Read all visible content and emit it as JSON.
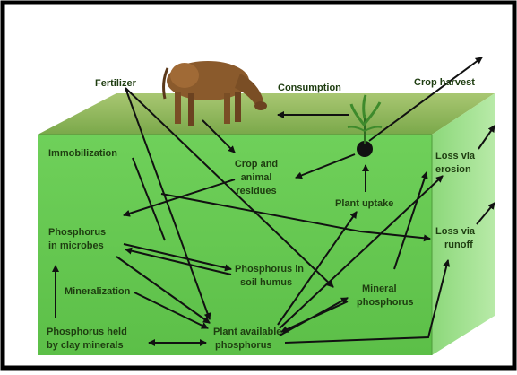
{
  "diagram": {
    "labels": {
      "fertilizer": "Fertilizer",
      "consumption": "Consumption",
      "crop_harvest": "Crop harvest",
      "immobilization": "Immobilization",
      "crop_residues_1": "Crop and",
      "crop_residues_2": "animal",
      "crop_residues_3": "residues",
      "loss_erosion_1": "Loss via",
      "loss_erosion_2": "erosion",
      "plant_uptake": "Plant uptake",
      "loss_runoff_1": "Loss via",
      "loss_runoff_2": "runoff",
      "p_microbes_1": "Phosphorus",
      "p_microbes_2": "in microbes",
      "p_humus_1": "Phosphorus in",
      "p_humus_2": "soil humus",
      "mineralization": "Mineralization",
      "mineral_p_1": "Mineral",
      "mineral_p_2": "phosphorus",
      "clay_p_1": "Phosphorus held",
      "clay_p_2": "by clay minerals",
      "plant_available_1": "Plant available",
      "plant_available_2": "phosphorus"
    },
    "colors": {
      "front_face": "#63c84f",
      "top_face": "#8cb457",
      "side_face": "#9ee08a",
      "frame": "#000000",
      "arrow": "#111111",
      "label_text": "#1e3d10"
    },
    "icons": [
      "cow-icon",
      "plant-icon"
    ]
  }
}
